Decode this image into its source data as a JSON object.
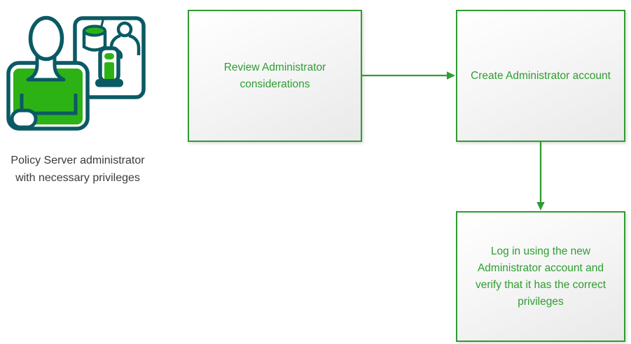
{
  "palette": {
    "flow_green": "#2f9d31",
    "icon_teal": "#0a5a64",
    "icon_green": "#2db216",
    "caption_gray": "#3a3a3a",
    "box_gradient_top": "#ffffff",
    "box_gradient_bottom": "#e9e9e9"
  },
  "actor": {
    "icon": "administrator-with-database-icon",
    "caption": "Policy Server administrator with necessary privileges"
  },
  "steps": [
    {
      "label": "Review Administrator considerations"
    },
    {
      "label": "Create Administrator account"
    },
    {
      "label": "Log in using the new Administrator account and verify that it has the correct privileges"
    }
  ],
  "connectors": [
    {
      "from": "step-1",
      "to": "step-2",
      "direction": "right"
    },
    {
      "from": "step-2",
      "to": "step-3",
      "direction": "down"
    }
  ]
}
